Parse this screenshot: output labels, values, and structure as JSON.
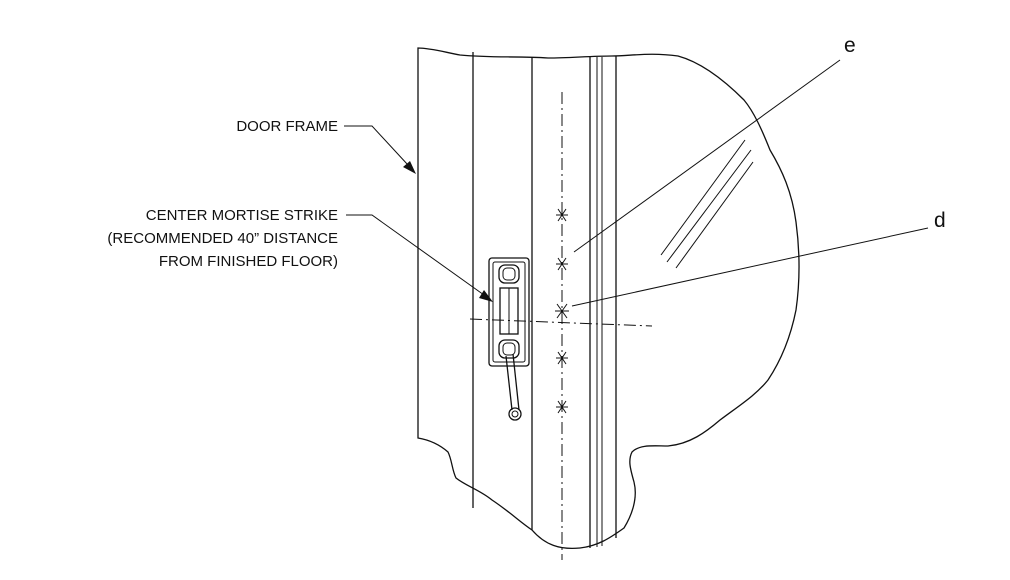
{
  "labels": {
    "door_frame": "DOOR FRAME",
    "strike_line1": "CENTER MORTISE STRIKE",
    "strike_line2": "(RECOMMENDED 40” DISTANCE",
    "strike_line3": "FROM FINISHED FLOOR)"
  },
  "callouts": {
    "e": "e",
    "d": "d"
  },
  "colors": {
    "line": "#111111",
    "background": "#ffffff"
  }
}
